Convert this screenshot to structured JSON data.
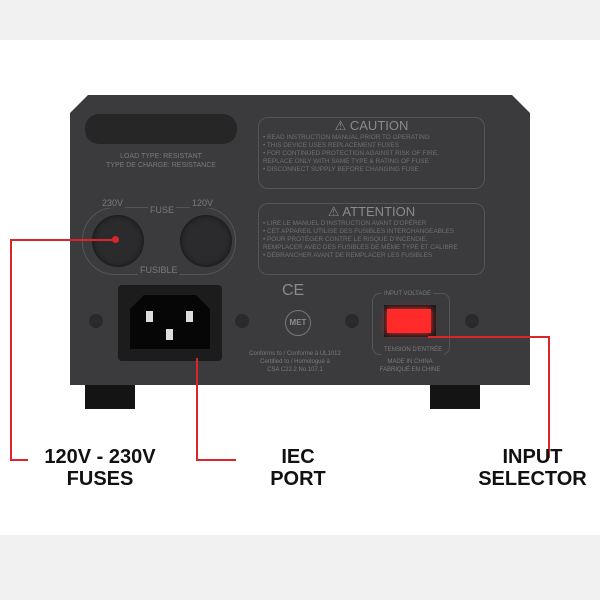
{
  "device": {
    "load_type": [
      "LOAD TYPE: RESISTANT",
      "TYPE DE CHARGE: RESISTANCE"
    ],
    "caution": {
      "title": "⚠ CAUTION",
      "lines": [
        "• READ INSTRUCTION MANUAL PRIOR TO OPERATING",
        "• THIS DEVICE USES REPLACEMENT FUSES",
        "• FOR CONTINUED PROTECTION AGAINST RISK OF FIRE,",
        "  REPLACE ONLY WITH SAME TYPE & RATING OF FUSE",
        "• DISCONNECT SUPPLY BEFORE CHANGING FUSE"
      ]
    },
    "attention": {
      "title": "⚠ ATTENTION",
      "lines": [
        "• LIRE LE MANUEL D'INSTRUCTION AVANT D'OPÉRER",
        "• CET APPAREIL UTILISE DES FUSIBLES INTERCHANGEABLES",
        "• POUR PROTÉGER CONTRE LE RISQUE D'INCENDIE,",
        "  REMPLACER AVEC DES FUSIBLES DE MÊME TYPE ET CALIBRE",
        "• DÉBRANCHER AVANT DE REMPLACER LES FUSIBLES"
      ]
    },
    "fuse_230": "230V",
    "fuse_label": "FUSE",
    "fuse_120": "120V",
    "fusible": "FUSIBLE",
    "ce": "CE",
    "met": "MET",
    "cert": [
      "Conforms to / Conforme à UL1012",
      "Certified to / Homologué à",
      "CSA C22.2 No.107.1"
    ],
    "input_voltage": "INPUT VOLTAGE",
    "tension": "TENSION D'ENTRÉE",
    "made_in": [
      "MADE IN CHINA",
      "FABRIQUÉ EN CHINE"
    ]
  },
  "callouts": {
    "fuses": [
      "120V - 230V",
      "FUSES"
    ],
    "iec": [
      "IEC",
      "PORT"
    ],
    "selector": [
      "INPUT",
      "SELECTOR"
    ]
  },
  "colors": {
    "accent": "#d8262b",
    "body": "#3b3b3d"
  }
}
